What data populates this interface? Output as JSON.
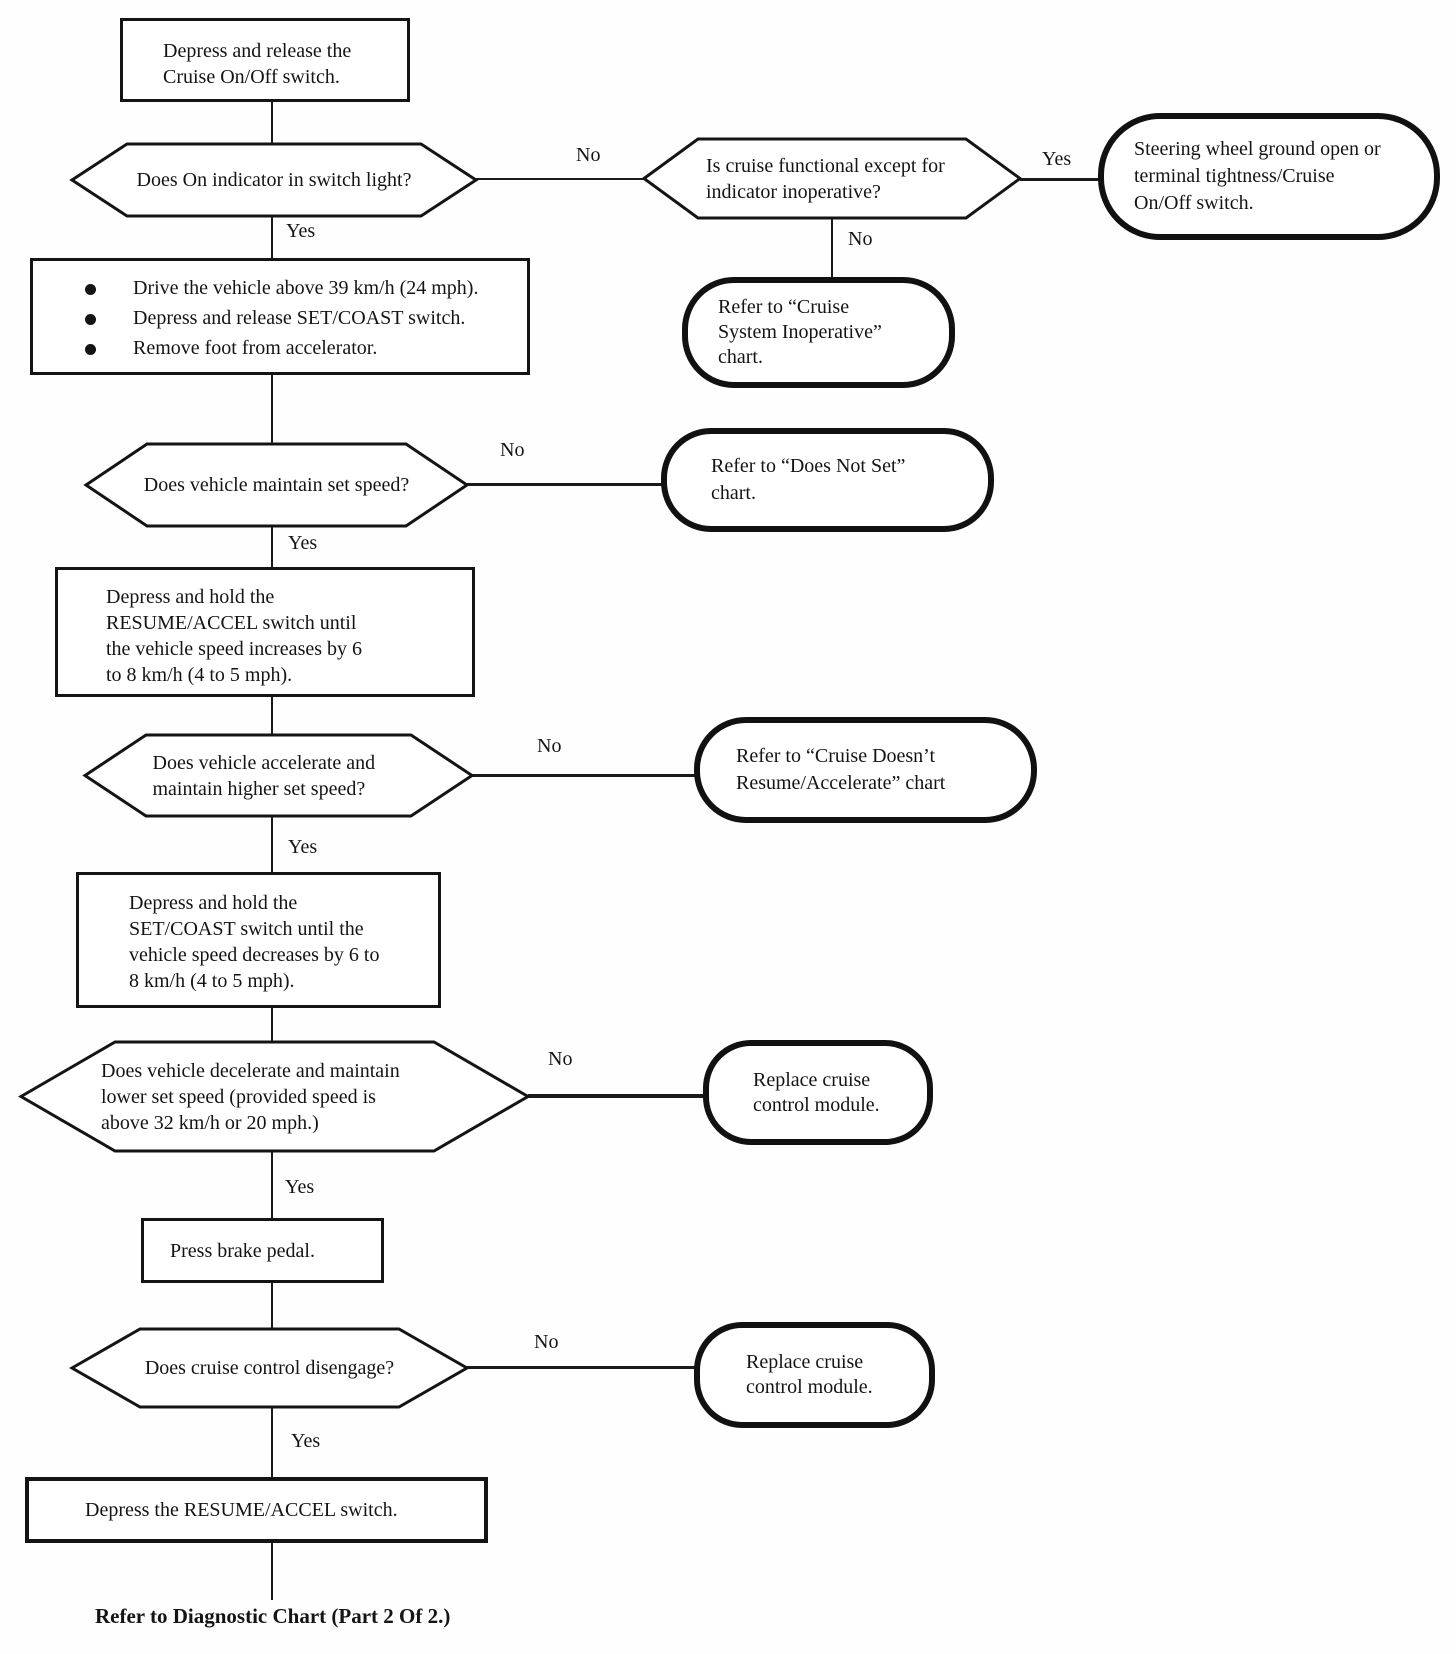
{
  "flowchart": {
    "labels": {
      "yes": "Yes",
      "no": "No"
    },
    "nodes": {
      "start": "Depress and release the Cruise On/Off switch.",
      "q_indicator": "Does On indicator in switch light?",
      "q_functional": "Is cruise functional except for indicator inoperative?",
      "r_steering": "Steering wheel ground open or terminal tightness/Cruise On/Off switch.",
      "r_inoperative": "Refer to “Cruise System Inoperative” chart.",
      "bullets": [
        "Drive the vehicle above 39 km/h (24 mph).",
        "Depress and release SET/COAST switch.",
        "Remove foot from accelerator."
      ],
      "q_set_speed": "Does vehicle maintain set speed?",
      "r_not_set": "Refer to “Does Not Set” chart.",
      "step_resume_hold": "Depress and hold the RESUME/ACCEL switch until the vehicle speed increases by 6 to 8 km/h (4 to 5 mph).",
      "q_accelerate": "Does vehicle accelerate and maintain higher set speed?",
      "r_resume_accel": "Refer to “Cruise Doesn’t Resume/Accelerate” chart",
      "step_coast_hold": "Depress and hold the SET/COAST switch until the vehicle speed decreases by 6 to 8 km/h (4 to 5 mph).",
      "q_decelerate": "Does vehicle decelerate and maintain lower set speed (provided speed is above 32 km/h or 20 mph.)",
      "r_replace_module": "Replace cruise control module.",
      "step_brake": "Press brake pedal.",
      "q_disengage": "Does cruise control disengage?",
      "step_resume": "Depress the RESUME/ACCEL switch.",
      "footer": "Refer to Diagnostic Chart (Part 2 Of 2.)"
    }
  }
}
